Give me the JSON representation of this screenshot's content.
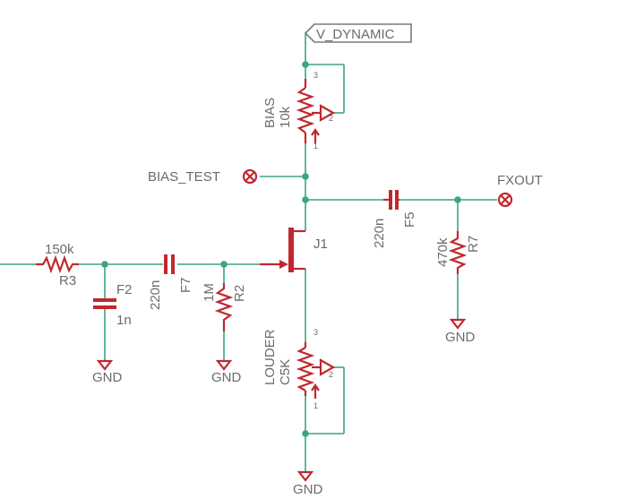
{
  "nets": {
    "supply": "V_DYNAMIC",
    "bias_test": "BIAS_TEST",
    "output": "FXOUT",
    "ground": "GND"
  },
  "components": {
    "bias_pot": {
      "name": "BIAS",
      "value": "10k",
      "pin1": "1",
      "pin2": "2",
      "pin3": "3"
    },
    "louder_pot": {
      "name": "LOUDER",
      "value": "C5K",
      "pin1": "1",
      "pin2": "2",
      "pin3": "3"
    },
    "j1": {
      "name": "J1"
    },
    "r3": {
      "name": "R3",
      "value": "150k"
    },
    "f2": {
      "name": "F2",
      "value": "1n"
    },
    "f7": {
      "name": "F7",
      "value": "220n"
    },
    "r2": {
      "name": "R2",
      "value": "1M"
    },
    "f5": {
      "name": "F5",
      "value": "220n"
    },
    "r7": {
      "name": "R7",
      "value": "470k"
    }
  }
}
